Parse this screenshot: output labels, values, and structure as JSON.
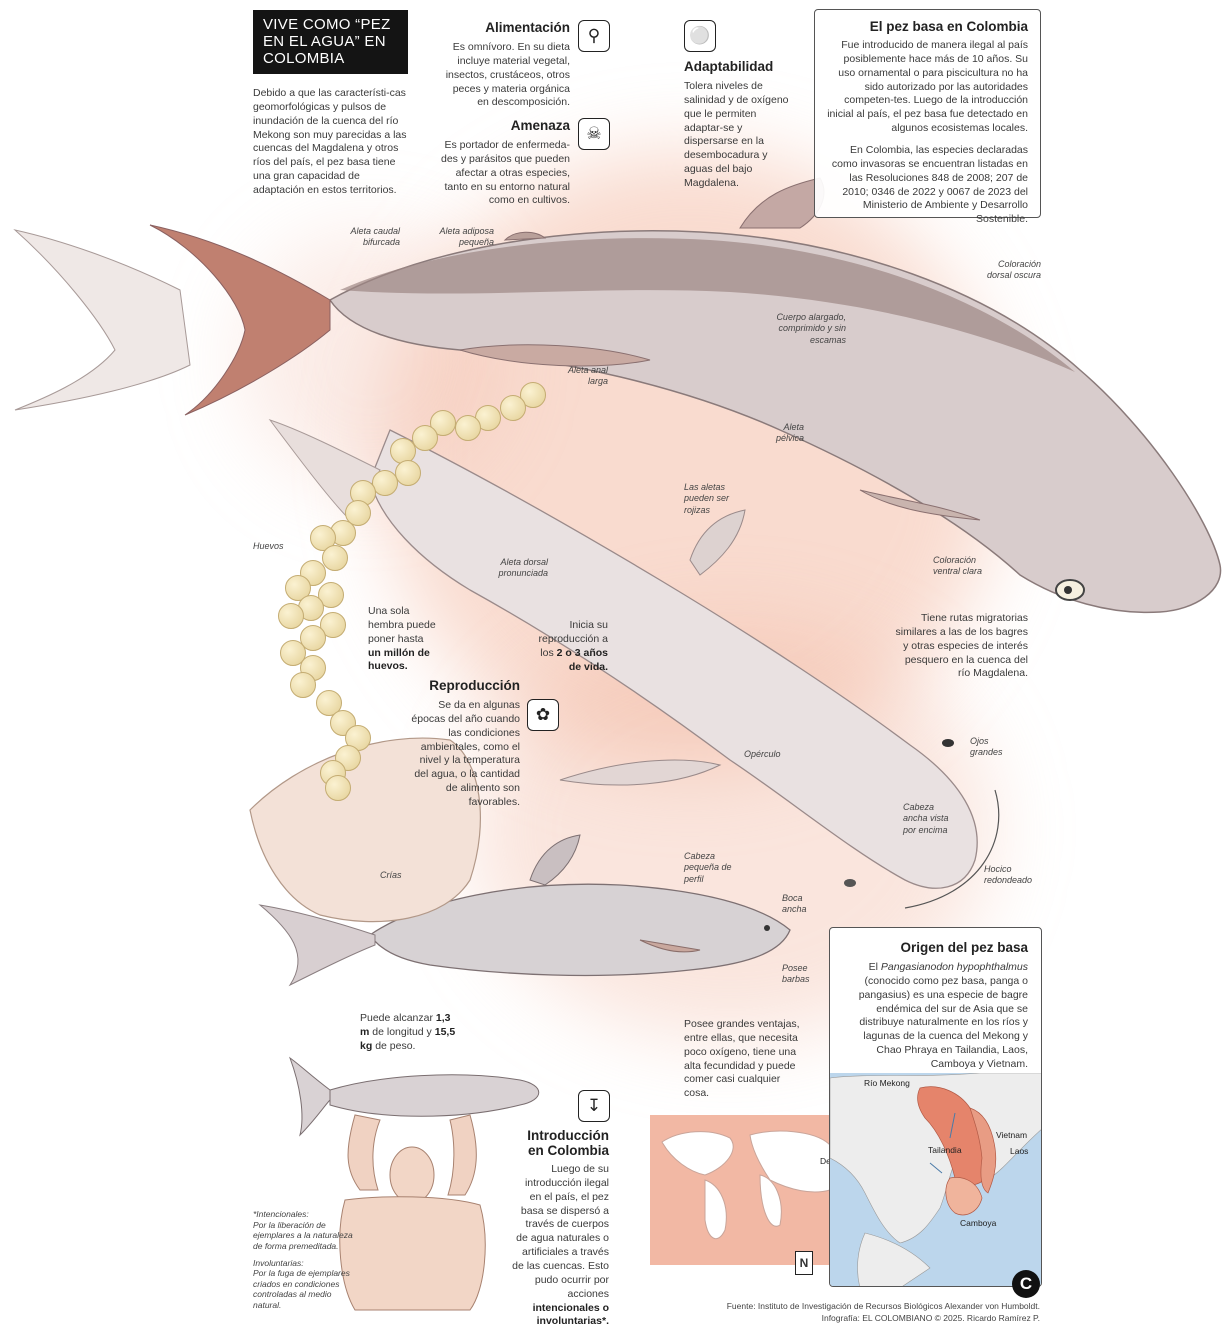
{
  "title": "VIVE COMO “PEZ EN EL AGUA” EN COLOMBIA",
  "intro": "Debido a que las característi-cas geomorfológicas y pulsos de inundación de la cuenca del río Mekong son muy parecidas a las cuencas del Magdalena y otros ríos del país, el pez basa tiene una gran capacidad de adaptación en estos territorios.",
  "alimentacion": {
    "title": "Alimentación",
    "text": "Es omnívoro. En su dieta incluye material vegetal, insectos, crustáceos, otros peces y materia orgánica en descomposición.",
    "icon": "fish-eating-icon"
  },
  "amenaza": {
    "title": "Amenaza",
    "text": "Es portador de enfermeda-des y parásitos que pueden afectar a otras especies, tanto en su entorno natural como en cultivos.",
    "icon": "fish-skeleton-icon"
  },
  "adaptabilidad": {
    "title": "Adaptabilidad",
    "text": "Tolera niveles de salinidad y de oxígeno que le permiten adaptar-se y dispersarse en la desembocadura y aguas del bajo Magdalena.",
    "icon": "fish-icon"
  },
  "colombia": {
    "title": "El pez basa en Colombia",
    "p1": "Fue introducido de manera ilegal al país posiblemente hace más de 10 años. Su uso ornamental o para piscicultura no ha sido autorizado por las autoridades competen-tes. Luego de la introducción inicial al país, el pez basa fue detectado en algunos ecosistemas locales.",
    "p2": "En Colombia, las especies declaradas como invasoras se encuentran listadas en las Resoluciones 848 de 2008; 207 de 2010; 0346 de 2022 y 0067 de 2023 del Ministerio de Ambiente y Desarrollo Sostenible."
  },
  "labels": {
    "aleta_caudal": "Aleta caudal bifurcada",
    "aleta_adiposa": "Aleta adiposa pequeña",
    "coloracion_dorsal": "Coloración dorsal oscura",
    "cuerpo": "Cuerpo alargado, comprimido y sin escamas",
    "aleta_anal": "Aleta anal larga",
    "aleta_pelvica": "Aleta pélvica",
    "aletas_rojizas": "Las aletas pueden ser rojizas",
    "huevos": "Huevos",
    "aleta_dorsal": "Aleta dorsal pronunciada",
    "coloracion_ventral": "Coloración ventral clara",
    "opercul": "Opérculo",
    "ojos": "Ojos grandes",
    "cabeza_ancha": "Cabeza ancha vista por encima",
    "hocico": "Hocico redondeado",
    "crias": "Crías",
    "cabeza_pequena": "Cabeza pequeña de perfil",
    "boca": "Boca ancha",
    "barbas": "Posee barbas"
  },
  "migratorias": "Tiene rutas migratorias similares a las de los bagres y otras especies de interés pesquero en la cuenca del río Magdalena.",
  "hembra": {
    "pre": "Una sola hembra puede poner hasta",
    "bold": "un millón de huevos."
  },
  "inicia": {
    "pre": "Inicia su reproducción a los",
    "bold": "2 o 3 años de vida."
  },
  "reproduccion": {
    "title": "Reproducción",
    "text": "Se da en algunas épocas del año cuando las condiciones ambientales, como el nivel y la temperatura del agua, o la cantidad de alimento son favorables.",
    "icon": "fish-eggs-icon"
  },
  "tamano": {
    "pre": "Puede alcanzar",
    "len": "1,3 m",
    "mid": "de longitud y",
    "wt": "15,5 kg",
    "post": "de peso."
  },
  "ventajas": "Posee grandes ventajas, entre ellas, que necesita poco oxígeno, tiene una alta fecundidad y puede comer casi cualquier cosa.",
  "introduccion": {
    "title": "Introducción en Colombia",
    "text": "Luego de su introducción ilegal en el país, el pez basa se dispersó a través de cuerpos de agua naturales o artificiales a través de las cuencas. Esto pudo ocurrir por acciones",
    "bold": "intencionales o involuntarias*.",
    "icon": "download-icon"
  },
  "notas": {
    "int_title": "*Intencionales:",
    "int_text": "Por la liberación de ejemplares a la naturaleza de forma premeditada.",
    "inv_title": "Involuntarias:",
    "inv_text": "Por la fuga de ejemplares criados en condiciones controladas al medio natural."
  },
  "origen": {
    "title": "Origen del pez basa",
    "pre": "El",
    "species": "Pangasianodon hypophthalmus",
    "text": "(conocido como pez basa, panga o pangasius) es una especie de bagre endémica del sur de Asia que se distribuye naturalmente en los ríos y lagunas de la cuenca del Mekong y Chao Phraya en Tailandia, Laos, Camboya y Vietnam.",
    "map": {
      "rio": "Río Mekong",
      "vietnam": "Vietnam",
      "tailandia": "Tailandia",
      "laos": "Laos",
      "camboya": "Camboya",
      "north": "N"
    }
  },
  "detalle": "Detalle",
  "source": {
    "line1": "Fuente: Instituto de Investigación de Recursos Biológicos Alexander von Humboldt.",
    "line2": "Infografía: EL COLOMBIANO © 2025. Ricardo Ramírez P."
  },
  "logo": "C",
  "colors": {
    "peach": "#f0b49c",
    "fish": "#d9cfcf",
    "map_water": "#bcd6ec",
    "map_land": "#ededed",
    "map_highlight": "#e5846b"
  }
}
